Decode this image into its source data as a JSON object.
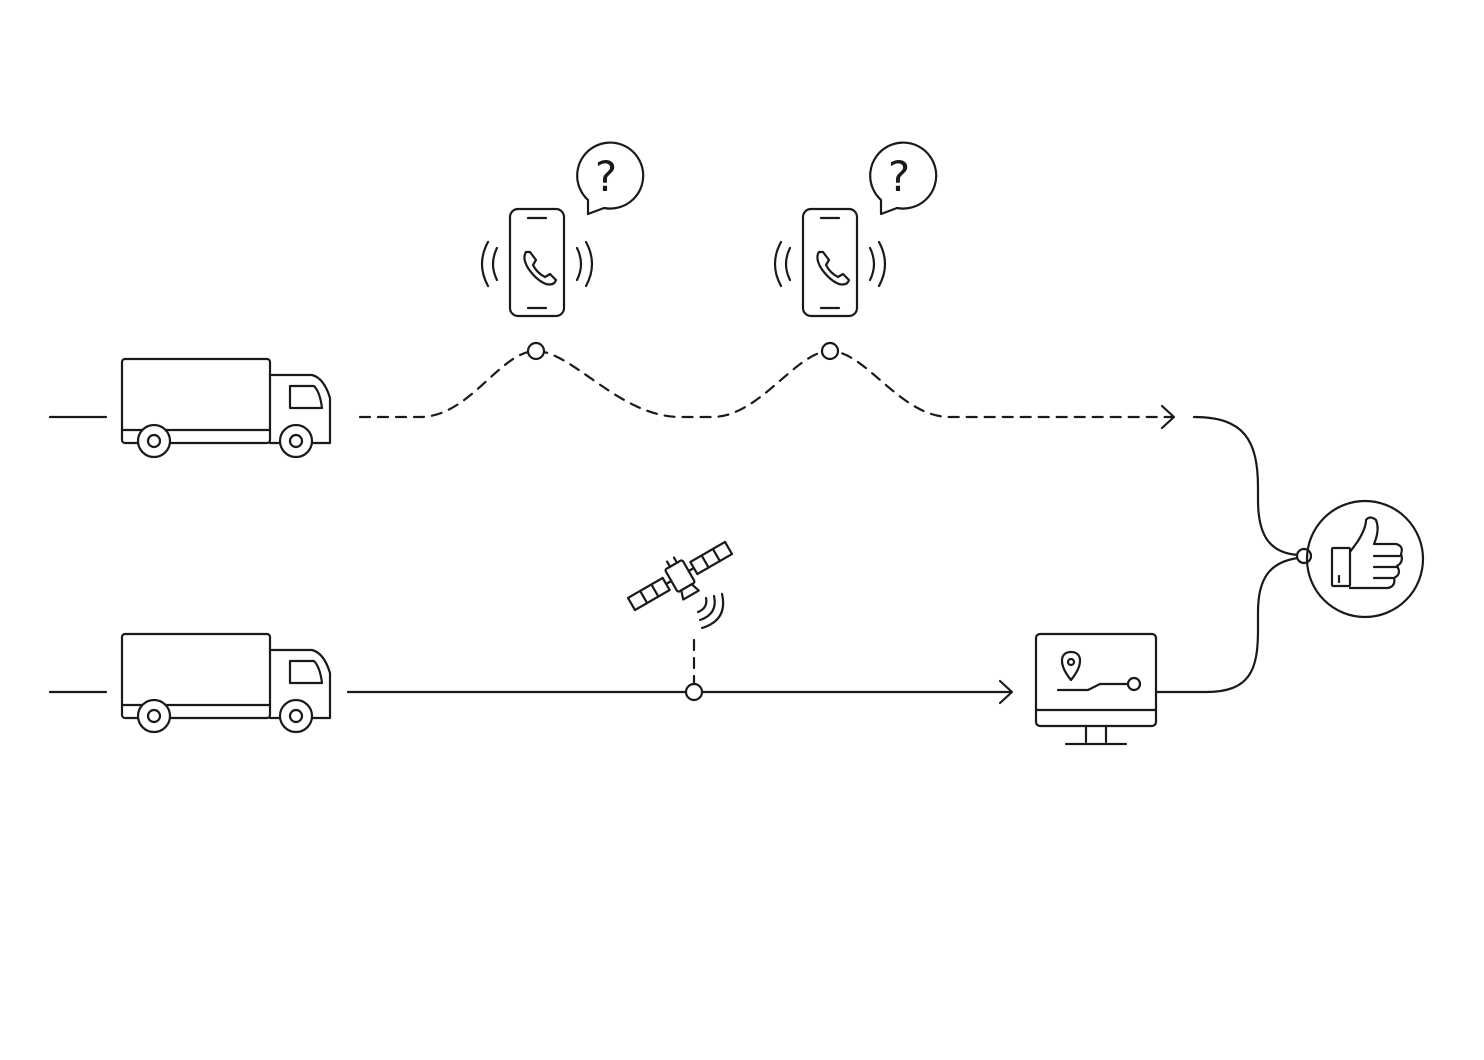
{
  "diagram": {
    "rows": [
      {
        "id": "row-1",
        "method": "phone-check-calls",
        "line_style": "dashed",
        "nodes": 2
      },
      {
        "id": "row-2",
        "method": "satellite-tracking",
        "line_style": "solid",
        "nodes": 1
      }
    ],
    "icons": [
      "truck-icon",
      "smartphone-icon",
      "question-bubble-icon",
      "satellite-icon",
      "monitor-map-icon",
      "thumbs-up-icon"
    ],
    "question_mark": "?",
    "colors": {
      "stroke": "#1a1a1a",
      "background": "#ffffff"
    }
  }
}
